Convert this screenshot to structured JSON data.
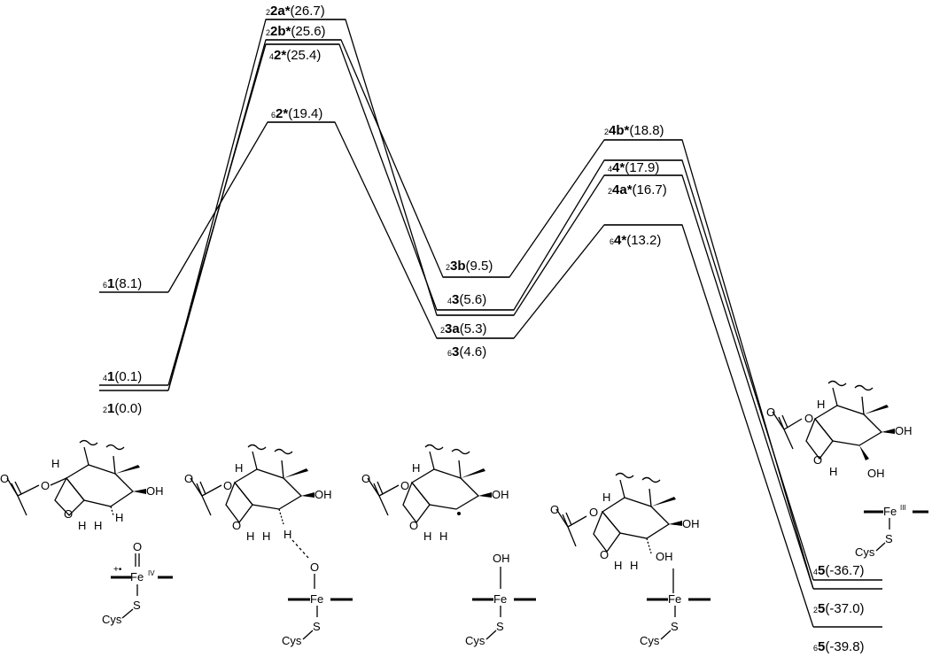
{
  "levels": [
    {
      "id": "s6_1",
      "spin": "6",
      "name": "1",
      "energy": "(8.1)"
    },
    {
      "id": "s4_1",
      "spin": "4",
      "name": "1",
      "energy": "(0.1)"
    },
    {
      "id": "s2_1",
      "spin": "2",
      "name": "1",
      "energy": "(0.0)"
    },
    {
      "id": "s2_2a",
      "spin": "2",
      "name": "2a*",
      "energy": "(26.7)"
    },
    {
      "id": "s2_2b",
      "spin": "2",
      "name": "2b*",
      "energy": "(25.6)"
    },
    {
      "id": "s4_2",
      "spin": "4",
      "name": "2*",
      "energy": "(25.4)"
    },
    {
      "id": "s6_2",
      "spin": "6",
      "name": "2*",
      "energy": "(19.4)"
    },
    {
      "id": "s2_3b",
      "spin": "2",
      "name": "3b",
      "energy": "(9.5)"
    },
    {
      "id": "s4_3",
      "spin": "4",
      "name": "3",
      "energy": "(5.6)"
    },
    {
      "id": "s2_3a",
      "spin": "2",
      "name": "3a",
      "energy": "(5.3)"
    },
    {
      "id": "s6_3",
      "spin": "6",
      "name": "3",
      "energy": "(4.6)"
    },
    {
      "id": "s2_4b",
      "spin": "2",
      "name": "4b*",
      "energy": "(18.8)"
    },
    {
      "id": "s4_4",
      "spin": "4",
      "name": "4*",
      "energy": "(17.9)"
    },
    {
      "id": "s2_4a",
      "spin": "2",
      "name": "4a*",
      "energy": "(16.7)"
    },
    {
      "id": "s6_4",
      "spin": "6",
      "name": "4*",
      "energy": "(13.2)"
    },
    {
      "id": "s4_5",
      "spin": "4",
      "name": "5",
      "energy": "(-36.7)"
    },
    {
      "id": "s2_5",
      "spin": "2",
      "name": "5",
      "energy": "(-37.0)"
    },
    {
      "id": "s6_5",
      "spin": "6",
      "name": "5",
      "energy": "(-39.8)"
    }
  ],
  "atoms": {
    "H": "H",
    "O": "O",
    "OH": "OH",
    "Fe": "Fe",
    "S": "S",
    "Cys": "Cys",
    "feIV": "IV",
    "feIII": "III",
    "radical": "+•"
  }
}
